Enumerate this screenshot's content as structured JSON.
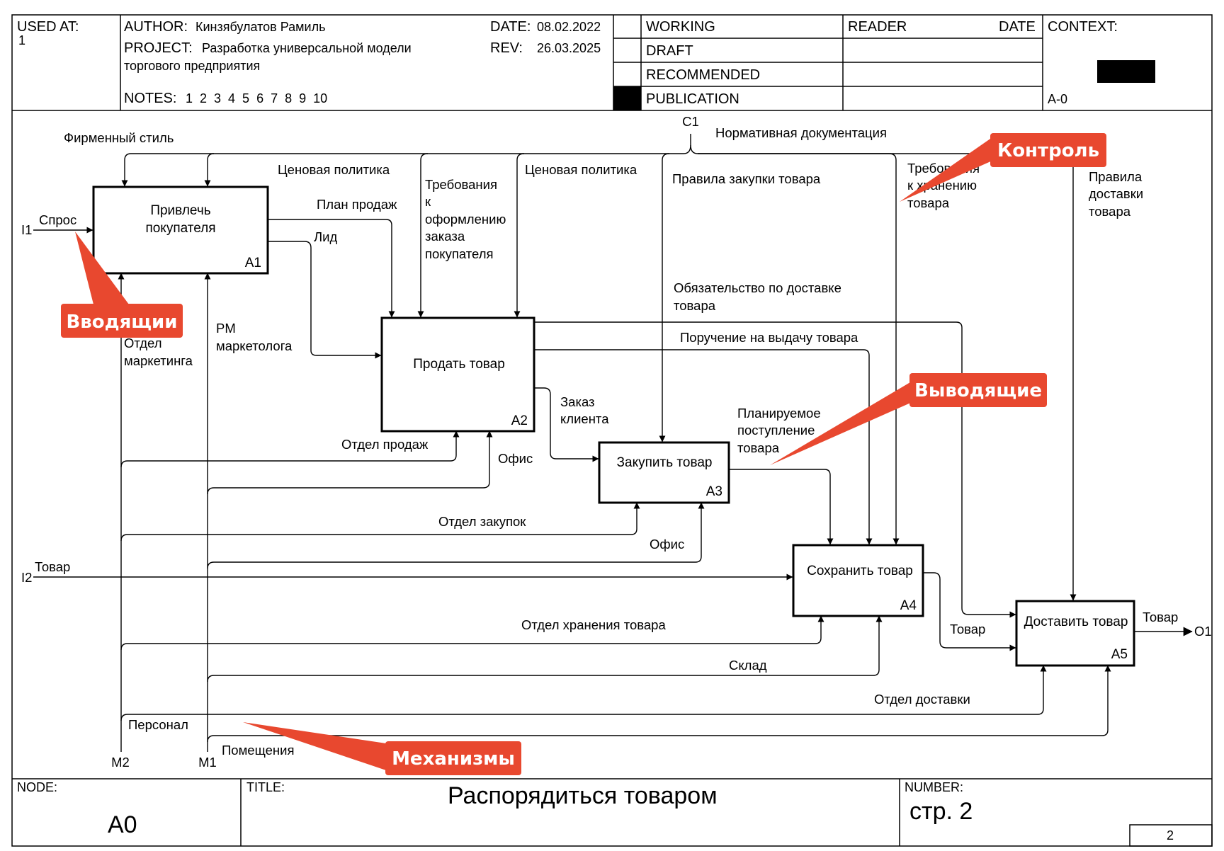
{
  "header": {
    "used_at_label": "USED AT:",
    "used_at_value": "1",
    "author_label": "AUTHOR:",
    "author_value": "Кинзябулатов Рамиль",
    "project_label": "PROJECT:",
    "project_line1": "Разработка универсальной модели",
    "project_line2": "торгового предприятия",
    "notes_label": "NOTES:",
    "notes_numbers": "1  2  3  4  5  6  7  8  9  10",
    "date_label": "DATE:",
    "date_value": "08.02.2022",
    "rev_label": "REV:",
    "rev_value": "26.03.2025",
    "status": [
      "WORKING",
      "DRAFT",
      "RECOMMENDED",
      "PUBLICATION"
    ],
    "reader_label": "READER",
    "reader_date_label": "DATE",
    "context_label": "CONTEXT:",
    "context_node": "A-0"
  },
  "boxes": [
    {
      "line1": "Привлечь",
      "line2": "покупателя",
      "id": "A1"
    },
    {
      "line1": "Продать товар",
      "line2": "",
      "id": "A2"
    },
    {
      "line1": "Закупить товар",
      "line2": "",
      "id": "A3"
    },
    {
      "line1": "Сохранить товар",
      "line2": "",
      "id": "A4"
    },
    {
      "line1": "Доставить товар",
      "line2": "",
      "id": "A5"
    }
  ],
  "tunnels": {
    "c1": "C1",
    "i1": "I1",
    "i2": "I2",
    "o1": "O1",
    "m1": "M1",
    "m2": "M2"
  },
  "arrows": {
    "normativ": "Нормативная документация",
    "firm_style": "Фирменный стиль",
    "price_policy_1": "Ценовая политика",
    "price_policy_2": "Ценовая политика",
    "order_req": [
      "Требования",
      "к",
      "оформлению",
      "заказа",
      "покупателя"
    ],
    "purchase_rules": "Правила закупки товара",
    "storage_req": [
      "Требования",
      "к хранению",
      "товара"
    ],
    "delivery_rules": [
      "Правила",
      "доставки",
      "товара"
    ],
    "demand": "Спрос",
    "sales_plan": "План продаж",
    "lead": "Лид",
    "delivery_obligation": [
      "Обязательство по доставке",
      "товара"
    ],
    "issue_order": "Поручение на выдачу товара",
    "client_order": [
      "Заказ",
      "клиента"
    ],
    "planned_receipt": [
      "Планируемое",
      "поступление",
      "товара"
    ],
    "goods_in": "Товар",
    "goods_a4_a5": "Товар",
    "goods_out": "Товар",
    "marketing_dept": [
      "Отдел",
      "маркетинга"
    ],
    "pm_marketer": [
      "PM",
      "маркетолога"
    ],
    "sales_dept": "Отдел продаж",
    "office_1": "Офис",
    "purchase_dept": "Отдел закупок",
    "office_2": "Офис",
    "storage_dept": "Отдел хранения товара",
    "warehouse": "Склад",
    "delivery_dept": "Отдел доставки",
    "personnel": "Персонал",
    "premises": "Помещения"
  },
  "callouts": {
    "control": "Контроль",
    "inputs": "Вводящии",
    "outputs": "Выводящие",
    "mechanisms": "Механизмы",
    "color": "#e8482f"
  },
  "footer": {
    "node_label": "NODE:",
    "node_value": "A0",
    "title_label": "TITLE:",
    "title_value": "Распорядиться товаром",
    "number_label": "NUMBER:",
    "number_value": "стр. 2",
    "page_value": "2"
  }
}
